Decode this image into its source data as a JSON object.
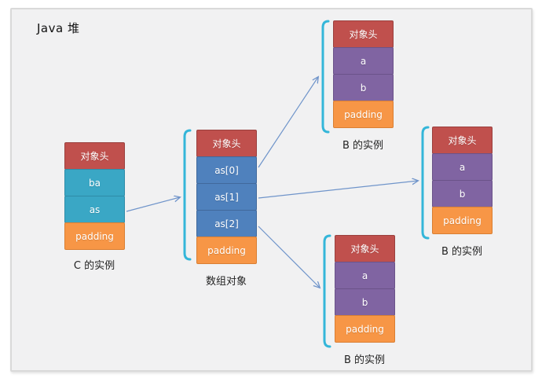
{
  "title": "Java 堆",
  "boxes": {
    "c_instance": {
      "caption": "C 的实例",
      "segments": {
        "header": "对象头",
        "ba": "ba",
        "as": "as",
        "padding": "padding"
      }
    },
    "array_object": {
      "caption": "数组对象",
      "segments": {
        "header": "对象头",
        "as0": "as[0]",
        "as1": "as[1]",
        "as2": "as[2]",
        "padding": "padding"
      }
    },
    "b_top": {
      "caption": "B 的实例",
      "segments": {
        "header": "对象头",
        "a": "a",
        "b": "b",
        "padding": "padding"
      }
    },
    "b_right": {
      "caption": "B 的实例",
      "segments": {
        "header": "对象头",
        "a": "a",
        "b": "b",
        "padding": "padding"
      }
    },
    "b_bottom": {
      "caption": "B 的实例",
      "segments": {
        "header": "对象头",
        "a": "a",
        "b": "b",
        "padding": "padding"
      }
    }
  },
  "colors": {
    "object_header_red": "#c0504d",
    "field_teal": "#3aa7c5",
    "array_element_blue": "#4f81bd",
    "field_purple": "#8064a2",
    "padding_orange": "#f79646",
    "arrow_blue": "#6f94ca",
    "bracket_cyan": "#34b6d9",
    "panel_background": "#f1f1f2"
  }
}
